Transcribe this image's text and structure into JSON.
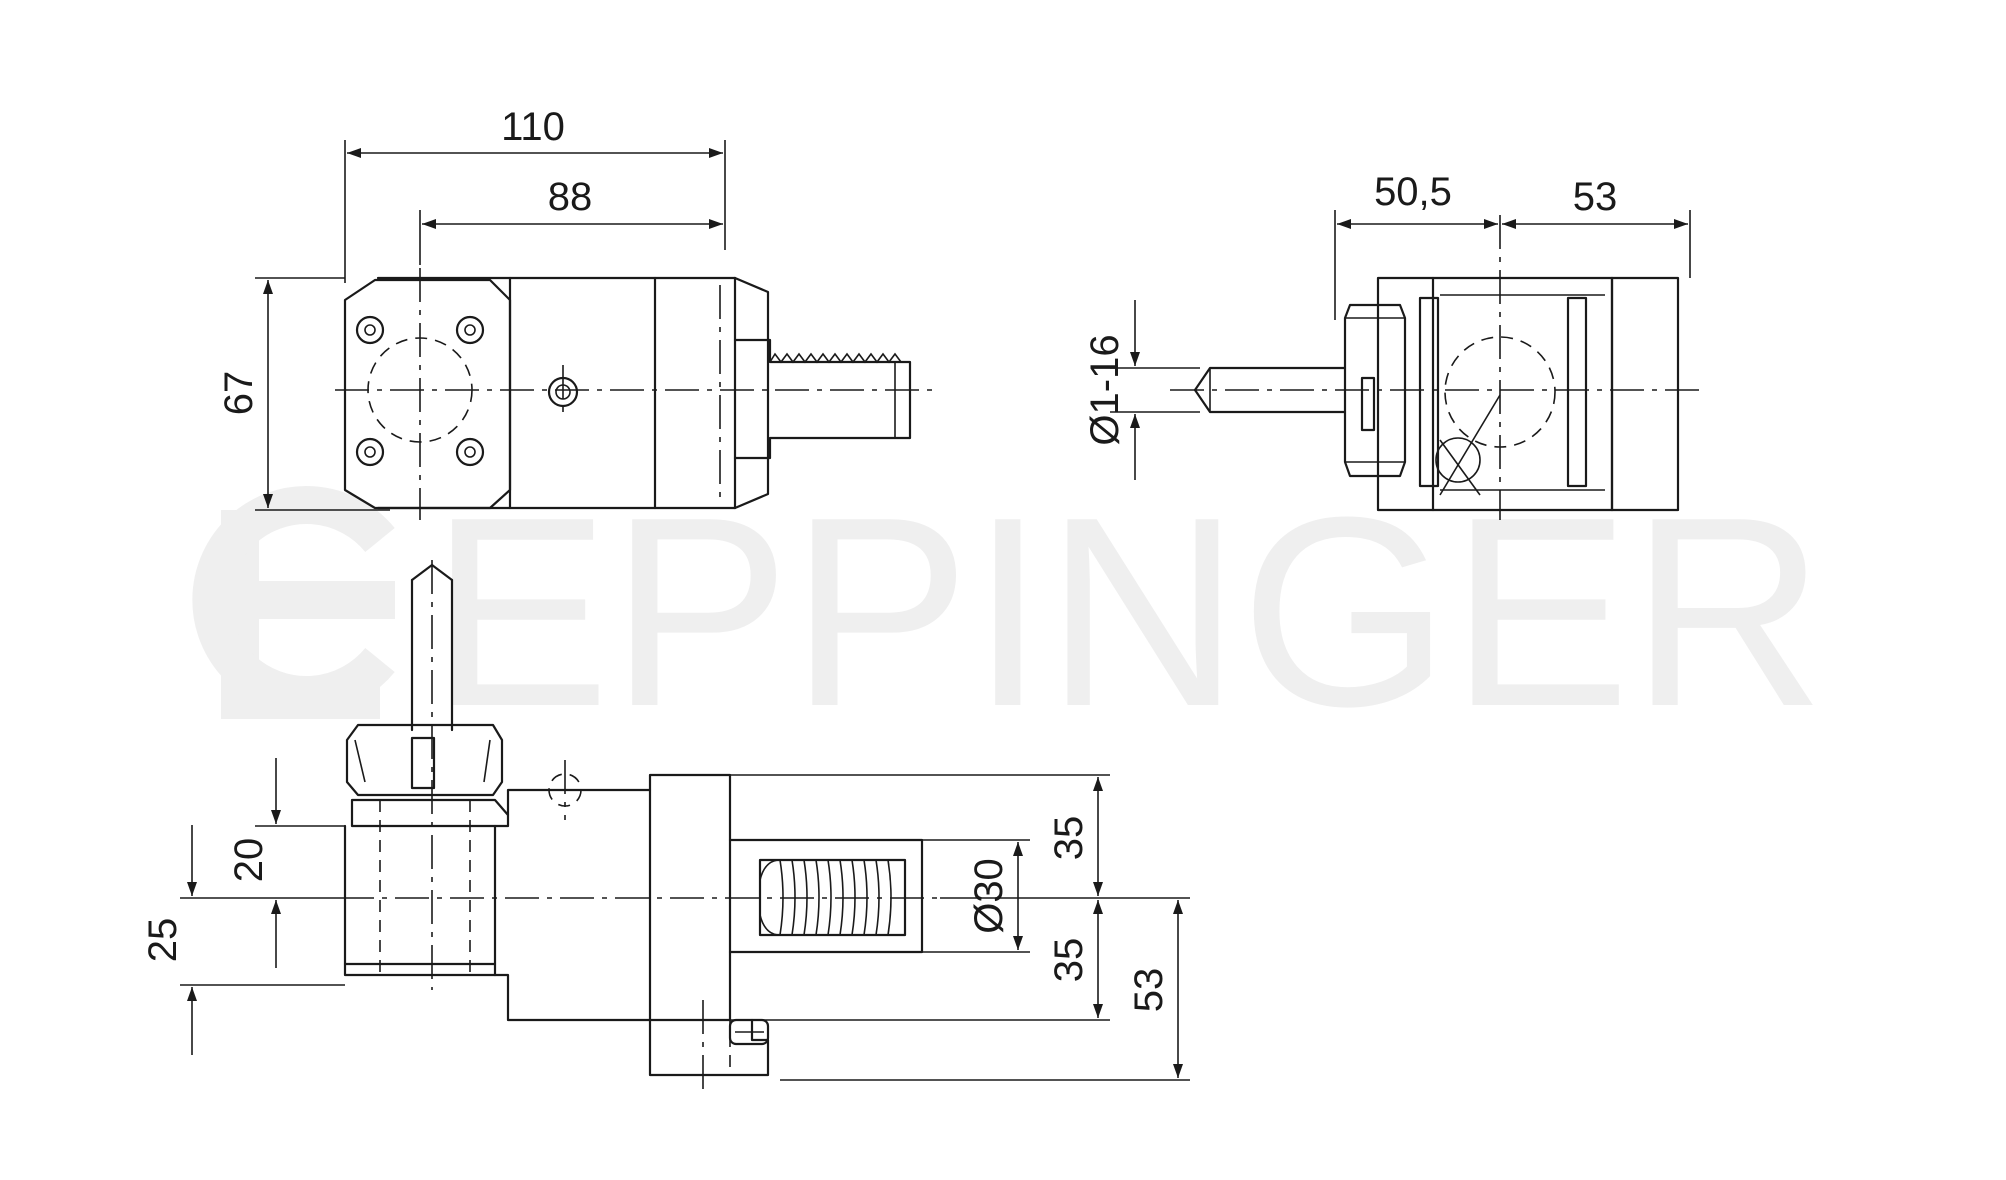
{
  "watermark": {
    "brand": "EPPINGER"
  },
  "dimensions": {
    "overall_length": "110",
    "holder_length": "88",
    "height": "67",
    "offset_left": "50,5",
    "offset_right": "53",
    "collet_range": "Ø1-16",
    "spindle_height": "20",
    "base_offset": "25",
    "upper_half": "35",
    "lower_half": "35",
    "shank_diameter": "Ø30",
    "total_height": "53"
  }
}
